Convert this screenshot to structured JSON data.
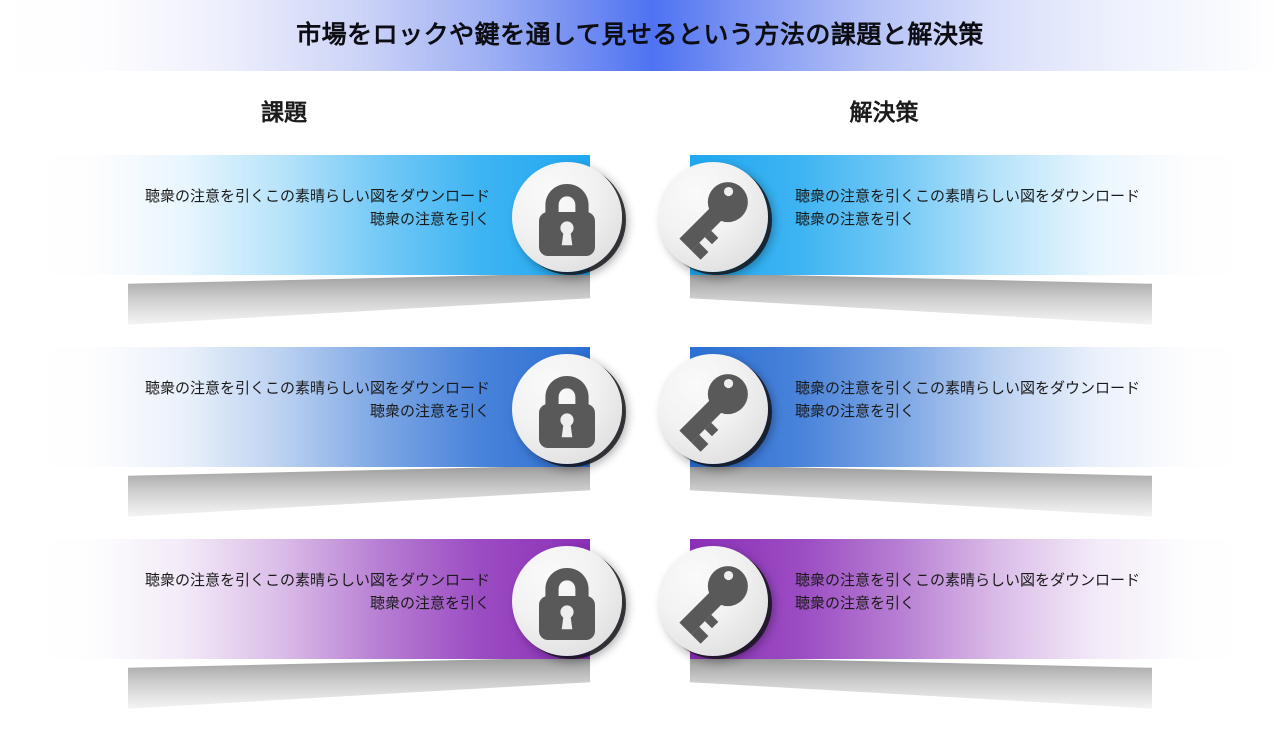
{
  "header": {
    "title": "市場をロックや鍵を通して見せるという方法の課題と解決策",
    "gradient_accent": "#4e72f2"
  },
  "columns": {
    "left_label": "課題",
    "right_label": "解決策"
  },
  "icons": {
    "left": "lock-icon",
    "right": "key-icon",
    "glyph_color": "#595959"
  },
  "rows": [
    {
      "accent": "#1fa8f0",
      "left": {
        "line1": "聴衆の注意を引くこの素晴らしい図をダウンロード",
        "line2": "聴衆の注意を引く"
      },
      "right": {
        "line1": "聴衆の注意を引くこの素晴らしい図をダウンロード",
        "line2": "聴衆の注意を引く"
      }
    },
    {
      "accent": "#2b6fd4",
      "left": {
        "line1": "聴衆の注意を引くこの素晴らしい図をダウンロード",
        "line2": "聴衆の注意を引く"
      },
      "right": {
        "line1": "聴衆の注意を引くこの素晴らしい図をダウンロード",
        "line2": "聴衆の注意を引く"
      }
    },
    {
      "accent": "#8b2fb8",
      "left": {
        "line1": "聴衆の注意を引くこの素晴らしい図をダウンロード",
        "line2": "聴衆の注意を引く"
      },
      "right": {
        "line1": "聴衆の注意を引くこの素晴らしい図をダウンロード",
        "line2": "聴衆の注意を引く"
      }
    }
  ]
}
